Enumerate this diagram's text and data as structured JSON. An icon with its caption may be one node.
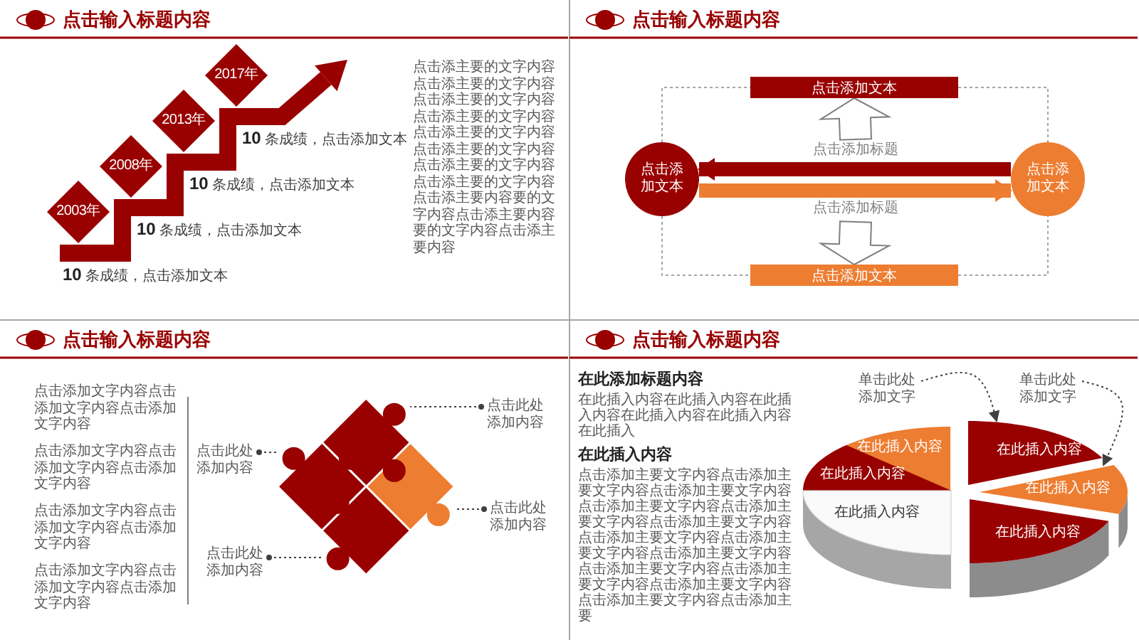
{
  "diagram": {
    "nodes": [
      {
        "text": [
          "2003年"
        ]
      },
      {
        "text": [
          "2008年"
        ]
      },
      {
        "text": [
          "2013年"
        ]
      },
      {
        "text": [
          "2017年"
        ]
      },
      {
        "text": [
          "点击添加文本"
        ]
      },
      {
        "text": [
          "点击添加文本"
        ]
      },
      {
        "text": [
          "点击添加文本"
        ]
      },
      {
        "text": [
          "点击添加文本"
        ]
      },
      {
        "text": [
          "点击此处添加内容"
        ]
      },
      {
        "text": [
          "点击此处添加内容"
        ]
      },
      {
        "text": [
          "点击此处添加内容"
        ]
      },
      {
        "text": [
          "点击此处添加内容"
        ]
      },
      {
        "text": [],
        "shape": "puzzle"
      },
      {
        "text": [],
        "shape": "puzzle"
      },
      {
        "text": [],
        "shape": "puzzle"
      },
      {
        "text": [],
        "shape": "puzzle"
      },
      {
        "text": [
          "单击此处添加文字"
        ]
      },
      {
        "text": [
          "单击此处添加文字"
        ]
      },
      {
        "text": [
          "在此插入内容"
        ]
      },
      {
        "text": [
          "在此插入内容"
        ]
      },
      {
        "text": [
          "在此插入内容"
        ]
      },
      {
        "text": [
          "在此插入内容"
        ]
      },
      {
        "text": [
          "在此插入内容"
        ]
      },
      {
        "text": [
          "在此插入内容"
        ]
      }
    ],
    "edges": [
      {
        "from": 5,
        "to": 4,
        "arrow": "none",
        "style": "dashed",
        "color": "#a6a6a6"
      },
      {
        "from": 4,
        "to": 6,
        "arrow": "none",
        "style": "dashed",
        "color": "#a6a6a6"
      },
      {
        "from": 5,
        "to": 7,
        "arrow": "none",
        "style": "dashed",
        "color": "#a6a6a6"
      },
      {
        "from": 7,
        "to": 6,
        "arrow": "none",
        "style": "dashed",
        "color": "#a6a6a6"
      },
      {
        "from": null,
        "to": 4,
        "arrow": "to",
        "style": "thick"
      },
      {
        "from": null,
        "to": 7,
        "arrow": "to",
        "style": "thick"
      },
      {
        "from": 6,
        "to": 5,
        "arrow": "to",
        "style": "thick",
        "color": "#990000"
      },
      {
        "from": 5,
        "to": 6,
        "arrow": "to",
        "style": "thick",
        "color": "#ed7d31"
      },
      {
        "from": 8,
        "to": 12,
        "arrow": "other",
        "style": "dashed"
      },
      {
        "from": 9,
        "to": 13,
        "arrow": "other",
        "style": "dashed"
      },
      {
        "from": 10,
        "to": 14,
        "arrow": "other",
        "style": "dashed"
      },
      {
        "from": 11,
        "to": 15,
        "arrow": "other",
        "style": "dashed"
      },
      {
        "from": 16,
        "to": 19,
        "arrow": "to",
        "style": "dashed"
      },
      {
        "from": 17,
        "to": 22,
        "arrow": "to",
        "style": "dashed"
      }
    ],
    "labels": [
      "点击输入标题内容",
      "**10** 条成绩，点击添加文本",
      "**10** 条成绩，点击添加文本",
      "**10** 条成绩，点击添加文本",
      "**10** 条成绩，点击添加文本",
      "点击添主要的文字内容点击添主要的文字内容点击添主要的文字内容点击添主要的文字内容点击添主要的文字内容点击添主要的文字内容点击添主要的文字内容点击添主要的文字内容点击添主要内容要的文字内容点击添主要内容要的文字内容点击添主要内容",
      "点击输入标题内容",
      "点击添加标题",
      "点击添加标题",
      "点击输入标题内容",
      "点击添加文字内容点击添加文字内容点击添加文字内容",
      "点击添加文字内容点击添加文字内容点击添加文字内容",
      "点击添加文字内容点击添加文字内容点击添加文字内容",
      "点击添加文字内容点击添加文字内容点击添加文字内容",
      "点击输入标题内容",
      "在此添加标题内容",
      "在此插入内容在此插入内容在此插入内容在此插入内容在此插入内容在此插入",
      "在此插入内容",
      "点击添加主要文字内容点击添加主要文字内容点击添加主要文字内容点击添加主要文字内容点击添加主要文字内容点击添加主要文字内容点击添加主要文字内容点击添加主要文字内容点击添加主要文字内容点击添加主要文字内容点击添加主要文字内容点击添加主要文字内容点击添加主要文字内容点击添加主要"
    ]
  }
}
